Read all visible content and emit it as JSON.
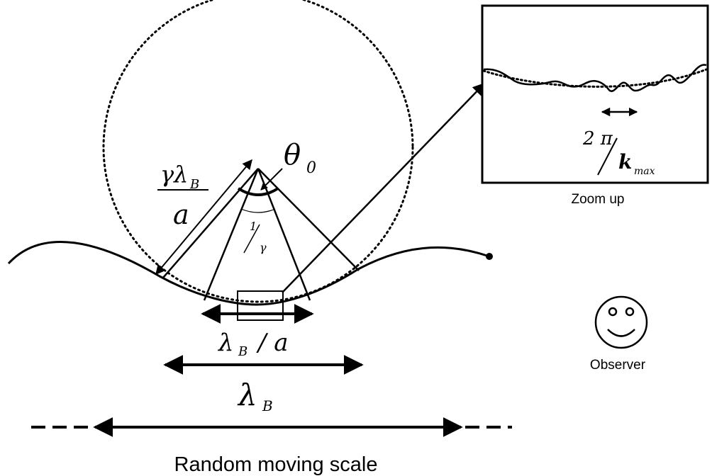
{
  "labels": {
    "theta": "θ",
    "theta_sub": "0",
    "gamma_lambda": "γλ",
    "gamma_lambda_sub": "B",
    "a": "a",
    "one": "1",
    "gamma": "γ",
    "lambda_b_over_a_lambda": "λ",
    "lambda_b_over_a_sub": "B",
    "lambda_b_over_a_rest": "/ a",
    "lambda_b": "λ",
    "lambda_b_sub": "B",
    "two_pi": "2 π",
    "k": "k",
    "k_sub": "max",
    "zoom_up": "Zoom up",
    "observer": "Observer",
    "random_moving_scale": "Random moving scale"
  },
  "colors": {
    "ink": "#000000",
    "background": "#ffffff"
  },
  "icons": {
    "observer_face": "smiley-face-icon"
  }
}
